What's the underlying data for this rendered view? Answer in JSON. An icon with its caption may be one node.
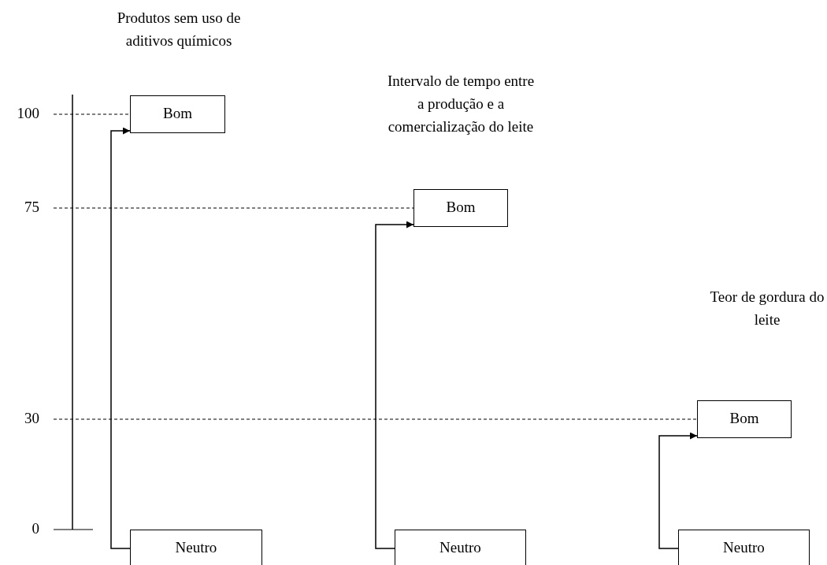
{
  "diagram": {
    "nodes": [
      {
        "text": [
          "Bom"
        ]
      },
      {
        "text": [
          "Neutro"
        ]
      },
      {
        "text": [
          "Bom"
        ]
      },
      {
        "text": [
          "Neutro"
        ]
      },
      {
        "text": [
          "Bom"
        ]
      },
      {
        "text": [
          "Neutro"
        ]
      }
    ],
    "edges": [
      {
        "from": 1,
        "to": 0,
        "arrow": "to"
      },
      {
        "from": 3,
        "to": 2,
        "arrow": "to"
      },
      {
        "from": 5,
        "to": 4,
        "arrow": "to"
      }
    ],
    "labels": [
      "Produtos sem uso de aditivos químicos",
      "Intervalo de tempo entre a produção e a comercialização do leite",
      "100",
      "75",
      "Teor de gordura do leite",
      "30",
      "0"
    ]
  }
}
